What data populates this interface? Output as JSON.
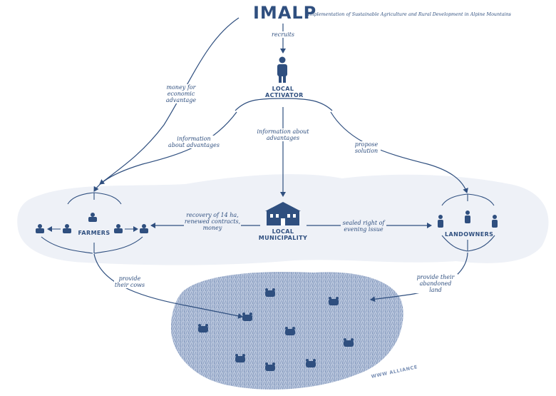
{
  "title": "IMALP",
  "subtitle": "Implementation of Sustainable Agriculture and Rural Development in Alpine Mountains",
  "actors": {
    "activator": "LOCAL ACTIVATOR",
    "municipality": "LOCAL MUNICIPALITY",
    "farmers": "FARMERS",
    "landowners": "LANDOWNERS"
  },
  "flows": {
    "recruits": "recruits",
    "money": "money for economic advantage",
    "info_left": "information about advantages",
    "info_center": "information about advantages",
    "propose": "propose solution",
    "recovery": "recovery of 14 ha, renewed contracts, money",
    "sealed": "sealed right of evening issue",
    "cows": "provide their cows",
    "land": "provide their abandoned land"
  },
  "watermark": "WWW ALLIANCE",
  "colors": {
    "ink": "#2f4f7f",
    "cloud": "#eef1f7",
    "pasture": "#a9b8d4"
  }
}
